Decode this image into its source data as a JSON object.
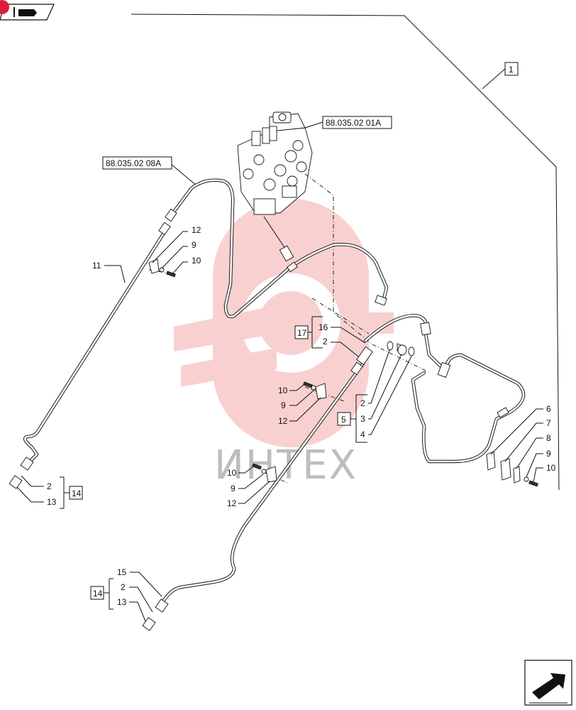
{
  "references": {
    "valve": "88.035.02 01A",
    "hose": "88.035.02 08A"
  },
  "boxes": {
    "b1": "1",
    "b5": "5",
    "b14a": "14",
    "b14b": "14",
    "b17": "17"
  },
  "labels": {
    "l11": "11",
    "l12a": "12",
    "l9a": "9",
    "l10a": "10",
    "l16": "16",
    "l2a": "2",
    "l2b": "2",
    "l3": "3",
    "l4": "4",
    "l10b": "10",
    "l9b": "9",
    "l12b": "12",
    "l10c": "10",
    "l9c": "9",
    "l12c": "12",
    "l6": "6",
    "l7": "7",
    "l8": "8",
    "l9d": "9",
    "l10d": "10",
    "l2c": "2",
    "l13a": "13",
    "l15": "15",
    "l2d": "2",
    "l13b": "13"
  },
  "watermark": "ИНТЕХ",
  "icons": {
    "top_left": "book-arrow-icon",
    "bottom_right": "next-page-arrow-icon"
  }
}
